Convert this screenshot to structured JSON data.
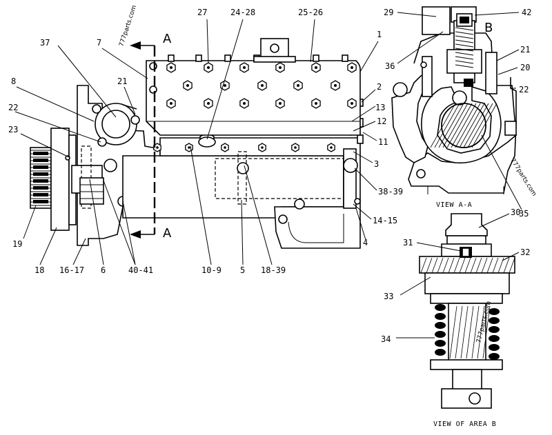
{
  "watermarks": [
    "777parts.com",
    "777parts.com",
    "777parts.com"
  ],
  "section_marks": {
    "a_top": "A",
    "a_bottom": "A",
    "b": "B"
  },
  "views": {
    "view_a": "VIEW A-A",
    "view_b": "VIEW OF AREA B"
  },
  "callouts": {
    "c27": "27",
    "c24_28": "24-28",
    "c25_26": "25-26",
    "c1": "1",
    "c37": "37",
    "c7": "7",
    "c8": "8",
    "c21_left": "21",
    "c22_left": "22",
    "c23": "23",
    "c2": "2",
    "c13": "13",
    "c12": "12",
    "c11": "11",
    "c3": "3",
    "c38_39": "38-39",
    "c14_15": "14-15",
    "c4": "4",
    "c19": "19",
    "c18": "18",
    "c16_17": "16-17",
    "c6": "6",
    "c40_41": "40-41",
    "c10_9": "10-9",
    "c5": "5",
    "c18_39": "18-39",
    "c29": "29",
    "c42": "42",
    "c36": "36",
    "c21_right": "21",
    "c20": "20",
    "c22_right": "22",
    "c35": "35",
    "c30": "30",
    "c31": "31",
    "c32": "32",
    "c33": "33",
    "c34": "34"
  }
}
